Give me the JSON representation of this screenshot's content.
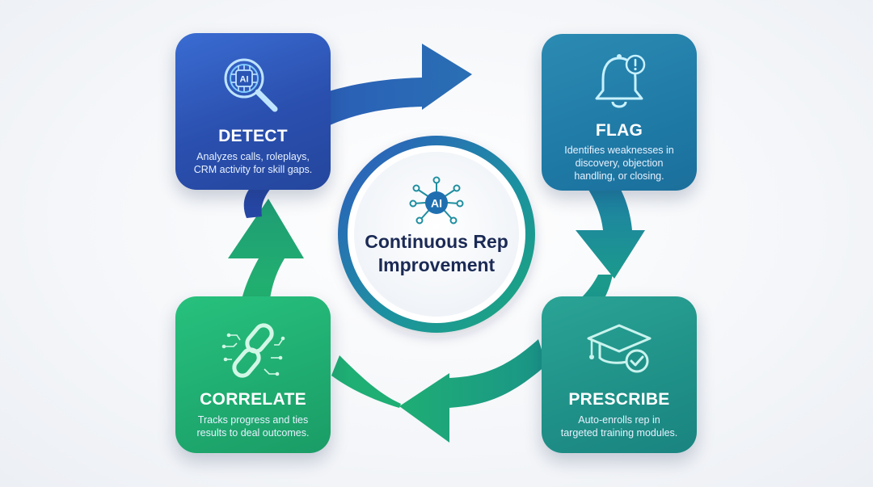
{
  "center": {
    "badge": "AI",
    "title_line1": "Continuous Rep",
    "title_line2": "Improvement"
  },
  "steps": [
    {
      "title": "DETECT",
      "desc_line1": "Analyzes calls, roleplays,",
      "desc_line2": "CRM activity for skill gaps.",
      "icon": "ai-magnifier-icon",
      "badge": "AI",
      "color": "#2a4fae"
    },
    {
      "title": "FLAG",
      "desc_line1": "Identifies weaknesses in",
      "desc_line2": "discovery, objection",
      "desc_line3": "handling, or closing.",
      "icon": "alert-bell-icon",
      "color": "#1f7aa6"
    },
    {
      "title": "PRESCRIBE",
      "desc_line1": "Auto-enrolls rep in",
      "desc_line2": "targeted training modules.",
      "icon": "graduation-cap-check-icon",
      "color": "#1f9087"
    },
    {
      "title": "CORRELATE",
      "desc_line1": "Tracks progress and ties",
      "desc_line2": "results to deal outcomes.",
      "icon": "chain-link-circuit-icon",
      "color": "#1fab70"
    }
  ],
  "colors": {
    "ring_blue": "#2d5cbf",
    "ring_teal": "#1f8ea0",
    "ring_green": "#22b070",
    "center_text": "#1b2a55"
  }
}
